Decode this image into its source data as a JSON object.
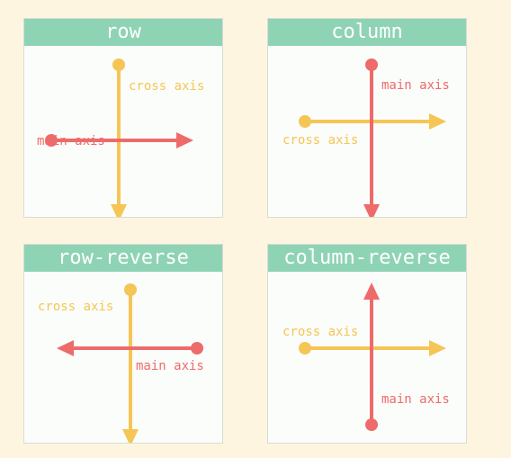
{
  "colors": {
    "main_axis": "#ee6b6b",
    "cross_axis": "#f5c556",
    "header": "#8fd3b5",
    "background": "#fdf5df"
  },
  "panels": [
    {
      "title": "row",
      "main_label": "main axis",
      "cross_label": "cross axis"
    },
    {
      "title": "column",
      "main_label": "main axis",
      "cross_label": "cross axis"
    },
    {
      "title": "row-reverse",
      "main_label": "main axis",
      "cross_label": "cross axis"
    },
    {
      "title": "column-reverse",
      "main_label": "main axis",
      "cross_label": "cross axis"
    }
  ]
}
